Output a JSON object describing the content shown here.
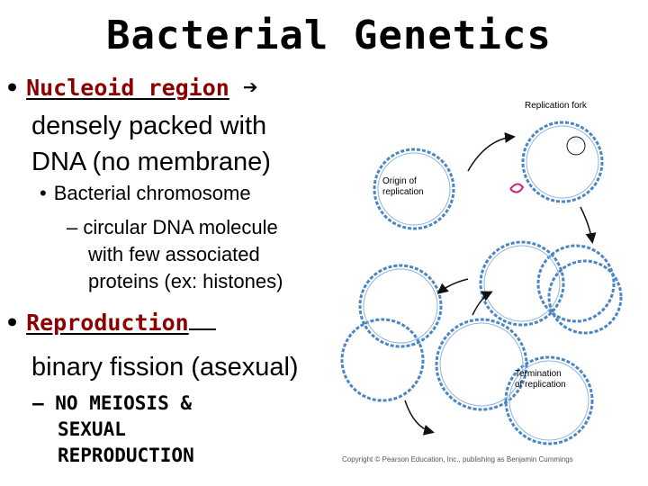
{
  "title": "Bacterial Genetics",
  "bullet1": {
    "term": "Nucleoid region",
    "arrow": "➔"
  },
  "body1": [
    "densely packed with",
    "DNA (no membrane)"
  ],
  "sub_bullet": "Bacterial chromosome",
  "sub_lines": [
    "– circular DNA molecule",
    "with few associated",
    "proteins (ex: histones)"
  ],
  "bullet2": {
    "term": "Reproduction"
  },
  "body2": "binary fission (asexual)",
  "dash_lines": [
    "– NO MEIOSIS &",
    "SEXUAL",
    "REPRODUCTION"
  ],
  "figure": {
    "label_fork": "Replication fork",
    "label_origin": [
      "Origin of",
      "replication"
    ],
    "label_termination": [
      "Termination",
      "of replication"
    ],
    "caption": "Copyright © Pearson Education, Inc., publishing as Benjamin Cummings",
    "colors": {
      "dna": "#4a86c5",
      "arrow": "#111111",
      "origin": "#cc2277"
    }
  }
}
